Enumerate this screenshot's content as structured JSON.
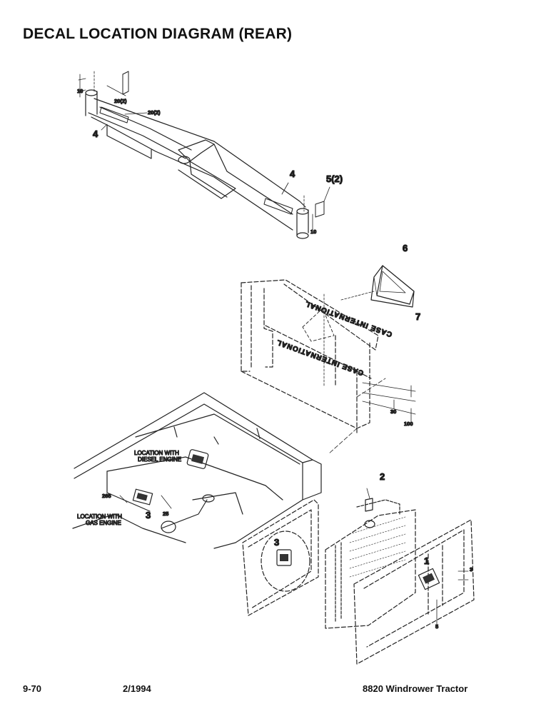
{
  "title": "DECAL LOCATION DIAGRAM (REAR)",
  "footer": {
    "page": "9-70",
    "date": "2/1994",
    "model": "8820 Windrower Tractor"
  },
  "decal_text": "CASE INTERNATIONAL",
  "callouts": {
    "c1": "1",
    "c2": "2",
    "c3": "3",
    "c3b": "3",
    "c4a": "4",
    "c4b": "4",
    "c5": "5(2)",
    "c6": "6",
    "c7": "7"
  },
  "dimensions": {
    "d10a": "10",
    "d20a": "20(2)",
    "d20b": "20(2)",
    "d10b": "10",
    "d30": "30",
    "d100": "100",
    "d265": "265",
    "d25": "25",
    "d3": "3",
    "d5": "5"
  },
  "notes": {
    "diesel": [
      "LOCATION WITH",
      "DIESEL ENGINE"
    ],
    "gas": [
      "LOCATION WITH",
      "GAS ENGINE"
    ]
  }
}
